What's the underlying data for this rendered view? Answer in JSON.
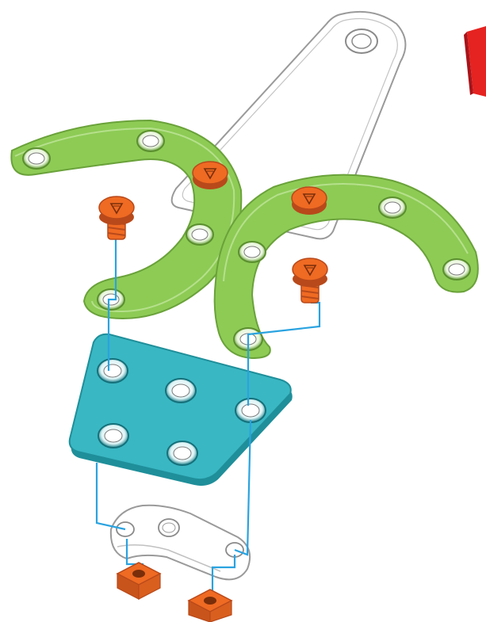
{
  "diagram": {
    "type": "exploded-assembly-instruction",
    "colors": {
      "green_arc": "#8dcb55",
      "green_arc_edge": "#6aa23a",
      "teal_plate": "#39b7c3",
      "teal_plate_edge": "#1f8f9a",
      "orange_hardware": "#ef6a23",
      "orange_hardware_edge": "#b8491a",
      "white_parts": "#ffffff",
      "part_outline": "#9a9a9a",
      "assembly_guide_line": "#2aa3e0",
      "red_arrow": "#e52320"
    },
    "parts": [
      {
        "name": "white-long-arm",
        "color_key": "white_parts"
      },
      {
        "name": "green-curved-strip-left",
        "color_key": "green_arc",
        "holes": 5
      },
      {
        "name": "green-curved-strip-right",
        "color_key": "green_arc",
        "holes": 5
      },
      {
        "name": "teal-flat-plate",
        "color_key": "teal_plate",
        "holes": 5
      },
      {
        "name": "white-small-bracket",
        "color_key": "white_parts",
        "holes": 3
      },
      {
        "name": "orange-screw",
        "color_key": "orange_hardware",
        "count": 4
      },
      {
        "name": "orange-square-nut",
        "color_key": "orange_hardware",
        "count": 2
      }
    ]
  }
}
